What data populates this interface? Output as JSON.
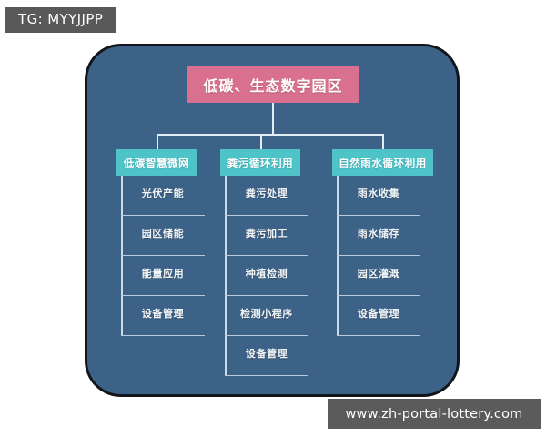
{
  "overlay": {
    "tg_badge": "TG: MYYJJPP",
    "watermark": "www.zh-portal-lottery.com"
  },
  "colors": {
    "panel_background": "#3d6287",
    "panel_border": "#12161c",
    "root_node": "#d9708f",
    "category_node": "#4ec3c8",
    "connector_line": "#e3eef4",
    "leaf_text": "#f2f6f9",
    "badge_background": "#595959",
    "watermark_background": "#5b5b5b"
  },
  "diagram": {
    "root": {
      "label": "低碳、生态数字园区"
    },
    "branches": [
      {
        "label": "低碳智慧微网",
        "leaves": [
          {
            "label": "光伏产能"
          },
          {
            "label": "园区储能"
          },
          {
            "label": "能量应用"
          },
          {
            "label": "设备管理"
          }
        ]
      },
      {
        "label": "粪污循环利用",
        "leaves": [
          {
            "label": "粪污处理"
          },
          {
            "label": "粪污加工"
          },
          {
            "label": "种植检测"
          },
          {
            "label": "检测小程序"
          },
          {
            "label": "设备管理"
          }
        ]
      },
      {
        "label": "自然雨水循环利用",
        "leaves": [
          {
            "label": "雨水收集"
          },
          {
            "label": "雨水储存"
          },
          {
            "label": "园区灌溉"
          },
          {
            "label": "设备管理"
          }
        ]
      }
    ]
  }
}
